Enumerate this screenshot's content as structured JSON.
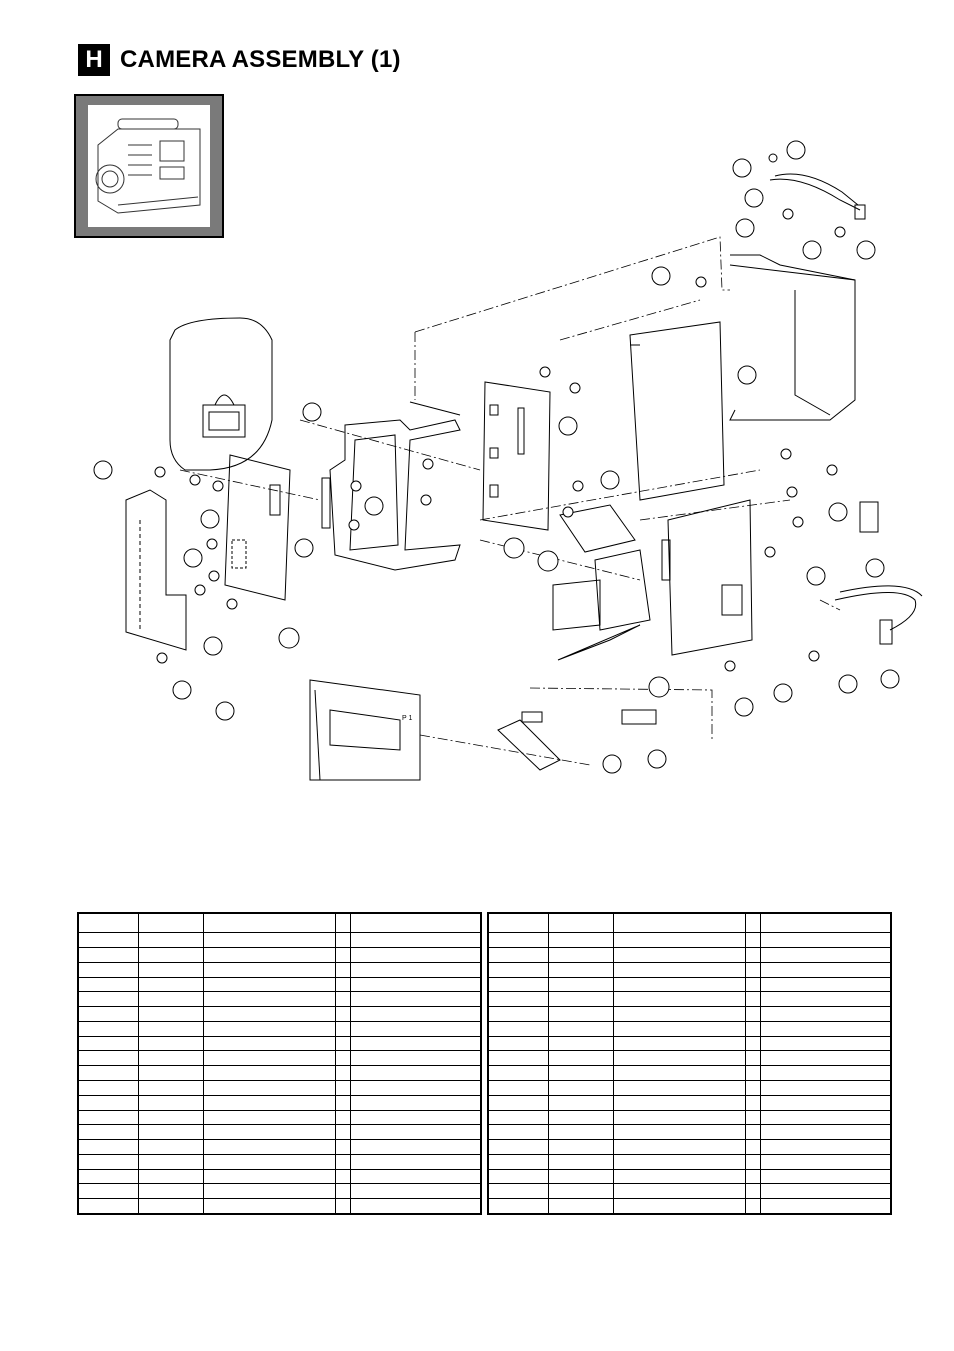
{
  "header": {
    "badge": "H",
    "title": "CAMERA ASSEMBLY (1)"
  },
  "diagram": {
    "figure_label": "P 1"
  },
  "parts_tables": {
    "left": {
      "rows": 20,
      "columns": 5
    },
    "right": {
      "rows": 20,
      "columns": 5
    }
  }
}
